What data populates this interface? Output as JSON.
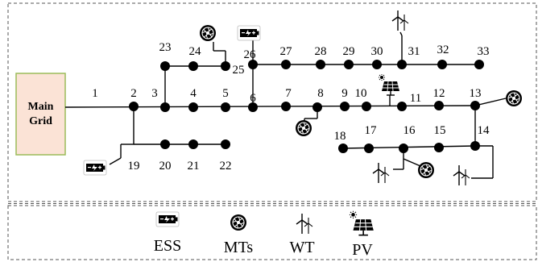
{
  "main_grid": {
    "line1": "Main",
    "line2": "Grid",
    "fill": "#fbe3d6",
    "stroke": "#9bbb59"
  },
  "buses": [
    "1",
    "2",
    "3",
    "4",
    "5",
    "6",
    "7",
    "8",
    "9",
    "10",
    "11",
    "12",
    "13",
    "14",
    "15",
    "16",
    "17",
    "18",
    "19",
    "20",
    "21",
    "22",
    "23",
    "24",
    "25",
    "26",
    "27",
    "28",
    "29",
    "30",
    "31",
    "32",
    "33"
  ],
  "legend": {
    "ess": "ESS",
    "mts": "MTs",
    "wt": "WT",
    "pv": "PV"
  },
  "colors": {
    "line": "#000000",
    "node": "#000000",
    "border": "#555555"
  },
  "icons": [
    "battery-icon",
    "microturbine-icon",
    "wind-turbine-icon",
    "solar-panel-icon"
  ]
}
